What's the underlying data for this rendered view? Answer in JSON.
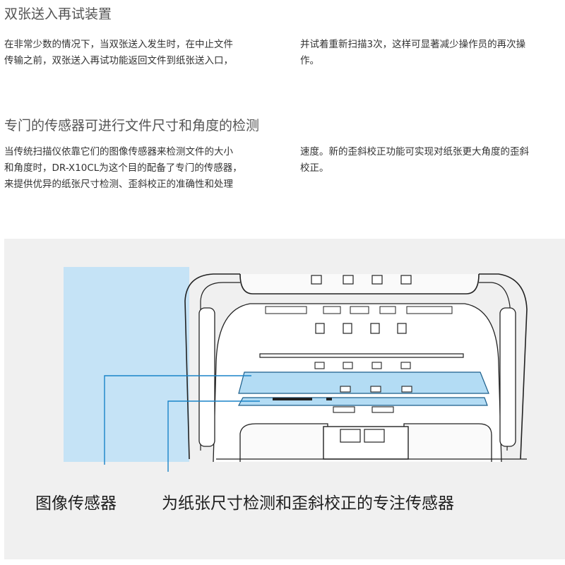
{
  "section1": {
    "heading": "双张送入再试装置",
    "col_left": [
      "在非常少数的情况下，当双张送入发生时，在中止文件",
      "传输之前，双张送入再试功能返回文件到纸张送入口，"
    ],
    "col_right": [
      "并试着重新扫描3次，这样可显著减少操作员的再次操",
      "作。"
    ]
  },
  "section2": {
    "heading": "专门的传感器可进行文件尺寸和角度的检测",
    "col_left": [
      "当传统扫描仪依靠它们的图像传感器来检测文件的大小",
      "和角度时，DR-X10CL为这个目的配备了专门的传感器，",
      "来提供优异的纸张尺寸检测、歪斜校正的准确性和处理"
    ],
    "col_right": [
      "速度。新的歪斜校正功能可实现对纸张更大角度的歪斜",
      "校正。"
    ]
  },
  "figure": {
    "captions": {
      "image_sensor": "图像传感器",
      "dedicated_sensor": "为纸张尺寸检测和歪斜校正的专注传感器"
    },
    "colors": {
      "background": "#f0f0f0",
      "highlight_panel": "#c5e3f6",
      "sensor_strip": "#b3dcf4",
      "leader_line": "#1a84c8",
      "outline": "#222222"
    }
  }
}
